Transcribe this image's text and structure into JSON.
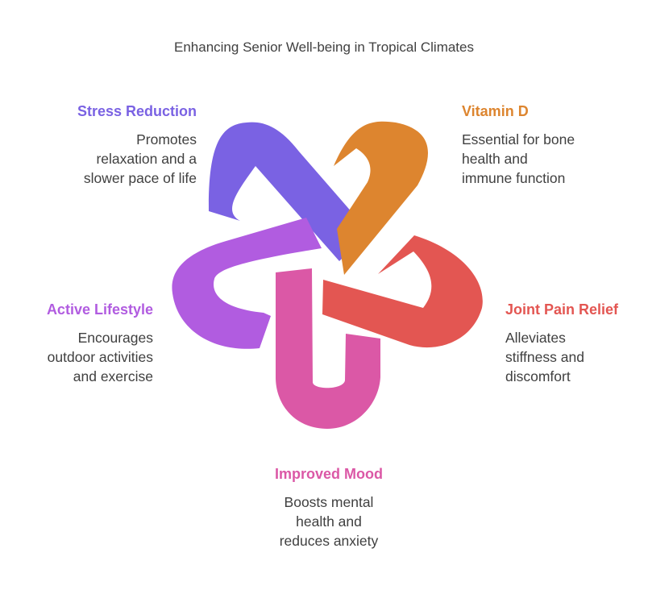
{
  "title": "Enhancing Senior Well-being in Tropical Climates",
  "colors": {
    "stress": "#7A62E3",
    "vitamin": "#DD852F",
    "joint": "#E35652",
    "mood": "#DB58A6",
    "active": "#B15CE0",
    "text": "#404040"
  },
  "items": {
    "stress": {
      "heading": "Stress Reduction",
      "lines": [
        "Promotes",
        "relaxation and a",
        "slower pace of life"
      ]
    },
    "vitamin": {
      "heading": "Vitamin D",
      "lines": [
        "Essential for bone",
        "health and",
        "immune function"
      ]
    },
    "joint": {
      "heading": "Joint Pain Relief",
      "lines": [
        "Alleviates",
        "stiffness and",
        "discomfort"
      ]
    },
    "mood": {
      "heading": "Improved Mood",
      "lines": [
        "Boosts mental",
        "health and",
        "reduces anxiety"
      ]
    },
    "active": {
      "heading": "Active Lifestyle",
      "lines": [
        "Encourages",
        "outdoor activities",
        "and exercise"
      ]
    }
  }
}
